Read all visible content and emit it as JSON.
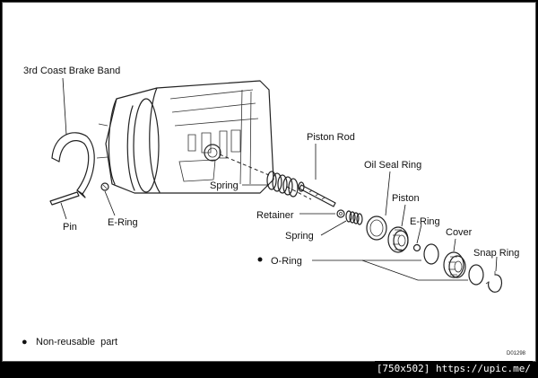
{
  "labels": {
    "coast_brake_band": "3rd Coast Brake Band",
    "pin": "Pin",
    "e_ring_left": "E-Ring",
    "spring_upper": "Spring",
    "piston_rod": "Piston Rod",
    "retainer": "Retainer",
    "spring_lower": "Spring",
    "oil_seal_ring": "Oil Seal Ring",
    "piston": "Piston",
    "e_ring_right": "E-Ring",
    "cover": "Cover",
    "snap_ring": "Snap Ring",
    "o_ring": "O-Ring"
  },
  "legend": {
    "bullet": "●",
    "text": "Non-reusable  part"
  },
  "figure_code": "D01298",
  "watermark": "[750x502] https://upic.me/"
}
